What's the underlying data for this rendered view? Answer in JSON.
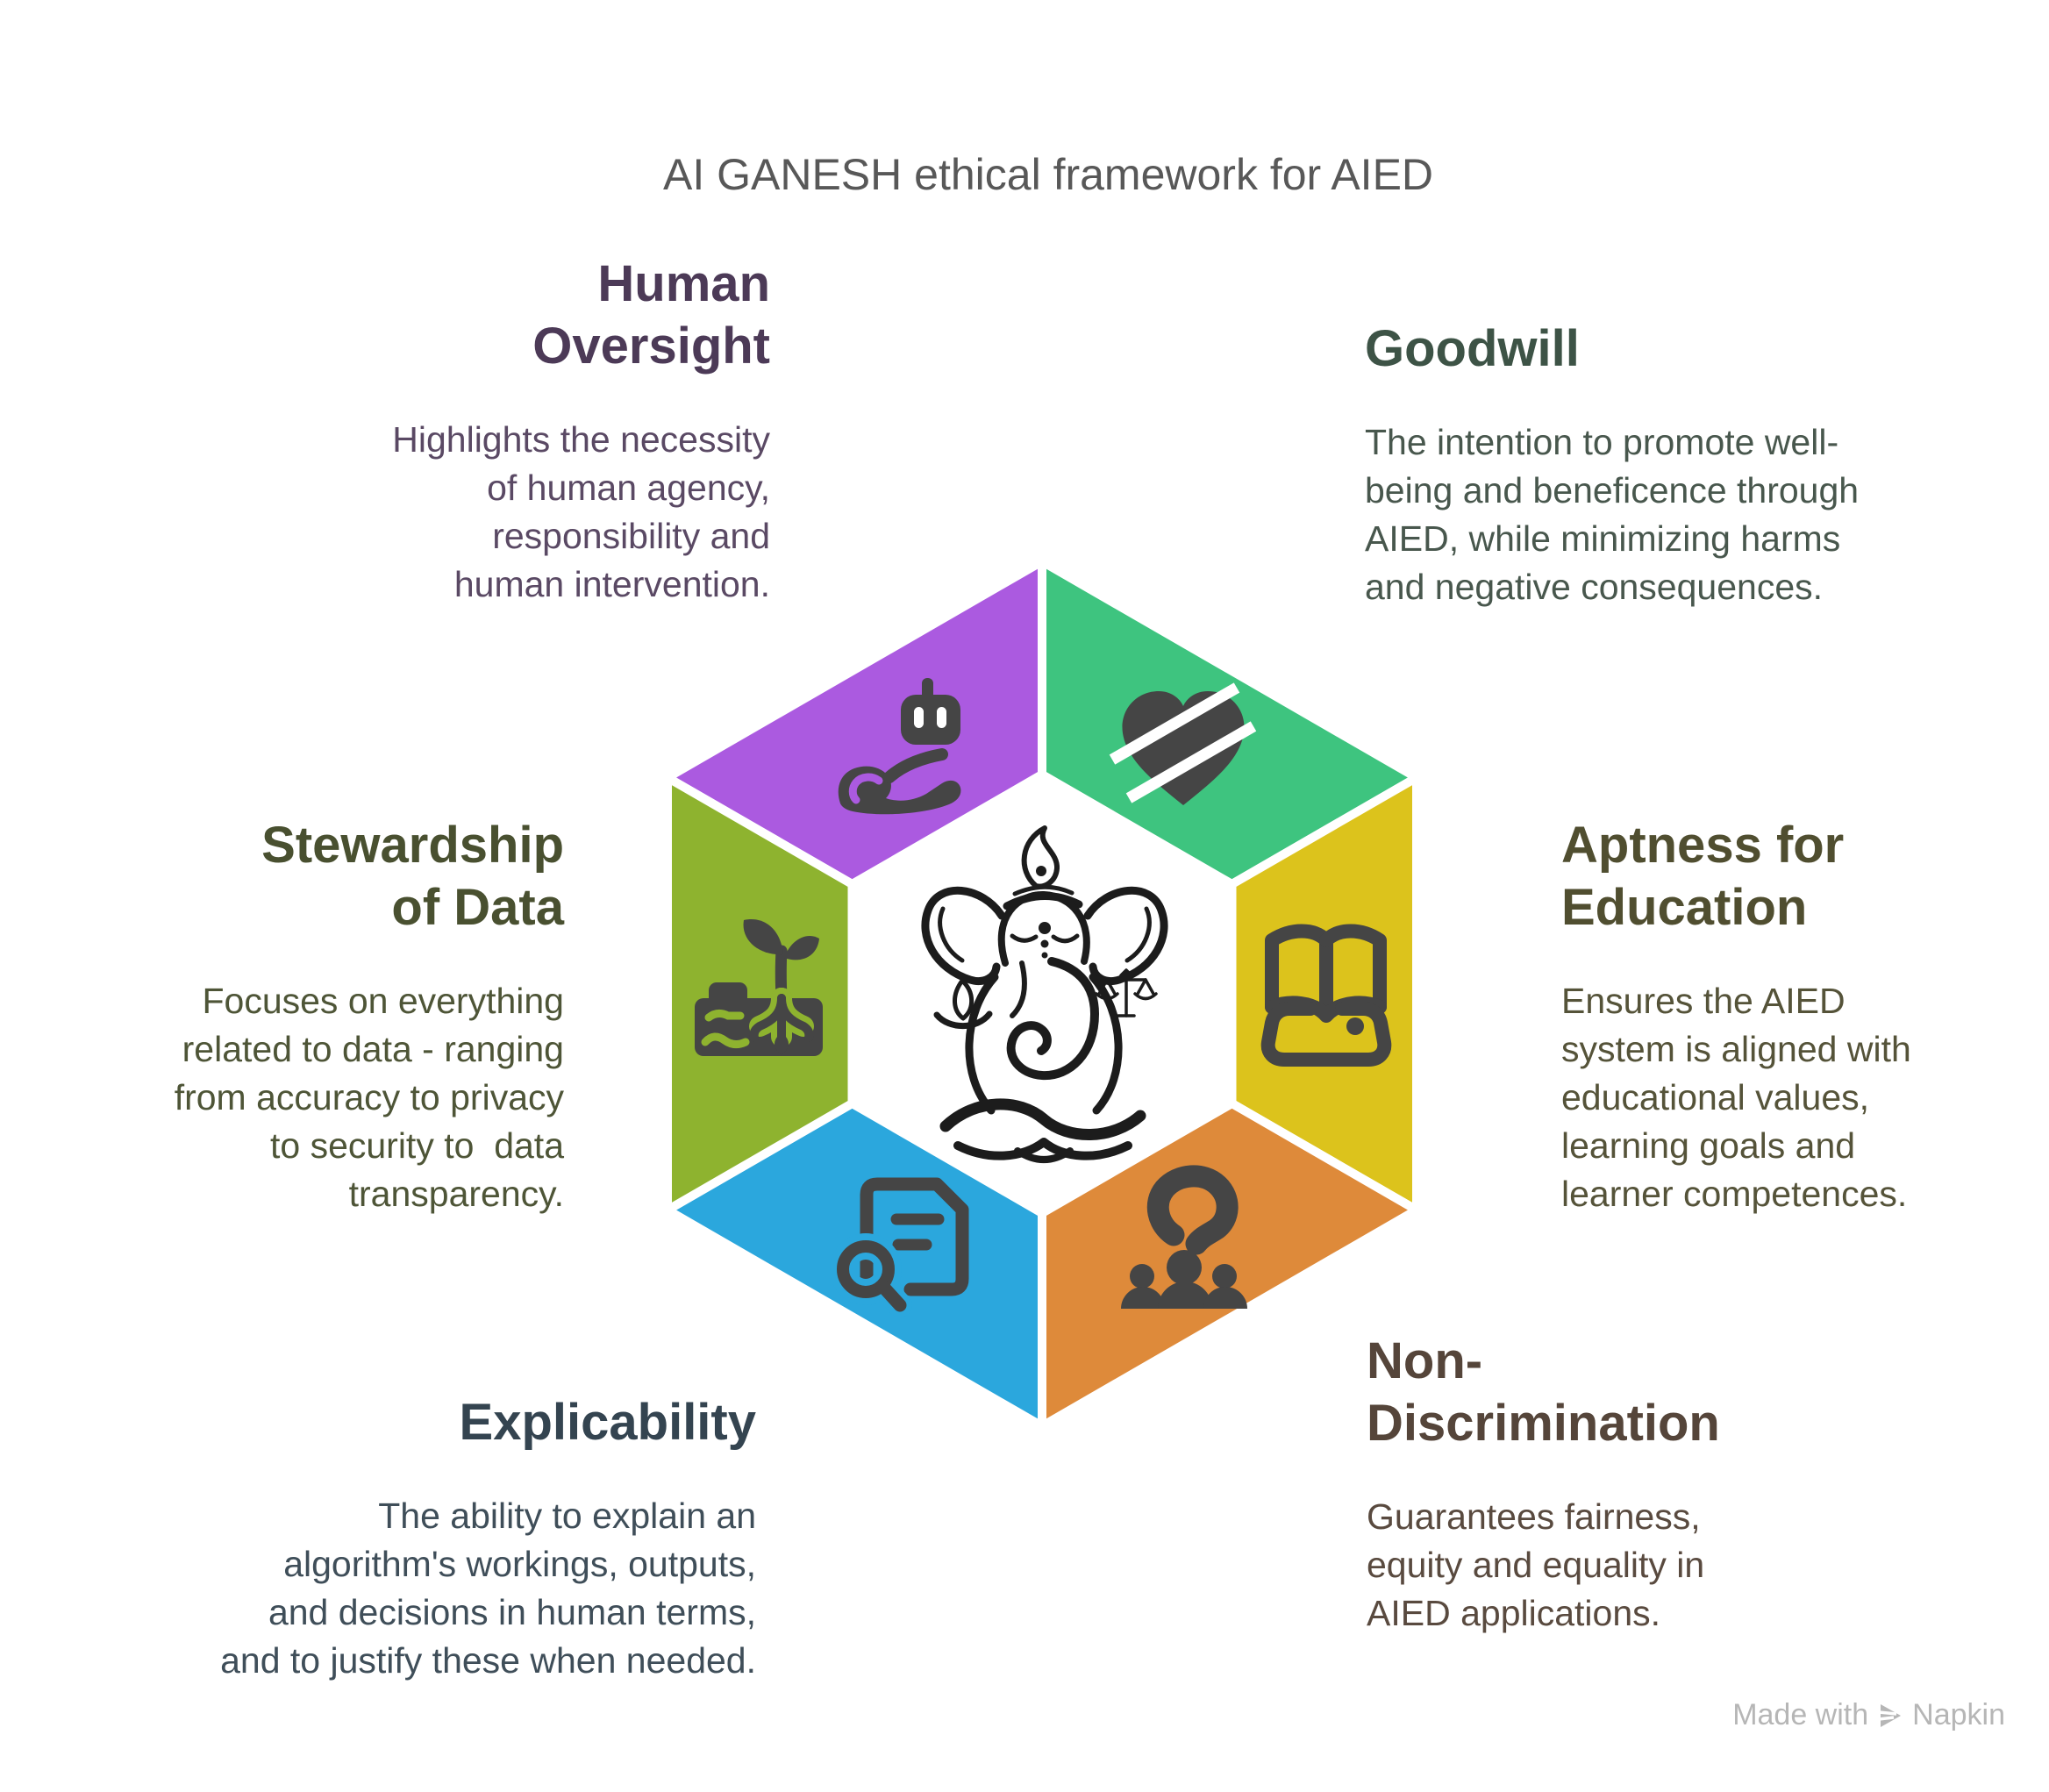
{
  "title": "AI GANESH ethical framework for AIED",
  "title_color": "#585858",
  "hexagon": {
    "icon_color": "#454545",
    "outline_color": "#1c1c1c",
    "seam_color": "#ffffff",
    "center_illustration": "ganesha-with-scales",
    "segments": [
      {
        "name": "human-oversight",
        "color": "#ab5ae0",
        "icon": "robot-in-hand-icon"
      },
      {
        "name": "goodwill",
        "color": "#3ec47f",
        "icon": "layered-heart-icon"
      },
      {
        "name": "aptness-for-education",
        "color": "#dcc31c",
        "icon": "open-book-icon"
      },
      {
        "name": "non-discrimination",
        "color": "#de8a3a",
        "icon": "people-question-icon"
      },
      {
        "name": "explicability",
        "color": "#2ba7dd",
        "icon": "document-search-icon"
      },
      {
        "name": "stewardship-of-data",
        "color": "#8eb32f",
        "icon": "sprout-data-icon"
      }
    ]
  },
  "sections": [
    {
      "id": "human-oversight",
      "heading": "Human\nOversight",
      "body": "Highlights the necessity\nof human agency,\nresponsibility and\nhuman intervention.",
      "heading_color": "#4c3a57",
      "body_color": "#5a4964"
    },
    {
      "id": "goodwill",
      "heading": "Goodwill",
      "body": "The intention to promote well-\nbeing and beneficence through\nAIED, while minimizing harms\nand negative consequences.",
      "heading_color": "#3d5346",
      "body_color": "#48574d"
    },
    {
      "id": "aptness-for-education",
      "heading": "Aptness for\nEducation",
      "body": "Ensures the AIED\nsystem is aligned with\neducational values,\nlearning goals and\nlearner competences.",
      "heading_color": "#504e30",
      "body_color": "#555339"
    },
    {
      "id": "non-discrimination",
      "heading": "Non-\nDiscrimination",
      "body": "Guarantees fairness,\nequity and equality in\nAIED applications.",
      "heading_color": "#55453a",
      "body_color": "#594a3f"
    },
    {
      "id": "explicability",
      "heading": "Explicability",
      "body": "The ability to explain an\nalgorithm's workings, outputs,\nand decisions in human terms,\nand to justify these when needed.",
      "heading_color": "#344450",
      "body_color": "#3f4e59"
    },
    {
      "id": "stewardship-of-data",
      "heading": "Stewardship\nof Data",
      "body": "Focuses on everything\nrelated to data - ranging\nfrom accuracy to privacy\nto security to  data\ntransparency.",
      "heading_color": "#495030",
      "body_color": "#4e5537"
    }
  ],
  "watermark": {
    "prefix": "Made with",
    "brand": "Napkin",
    "color": "#b6b6b6"
  }
}
